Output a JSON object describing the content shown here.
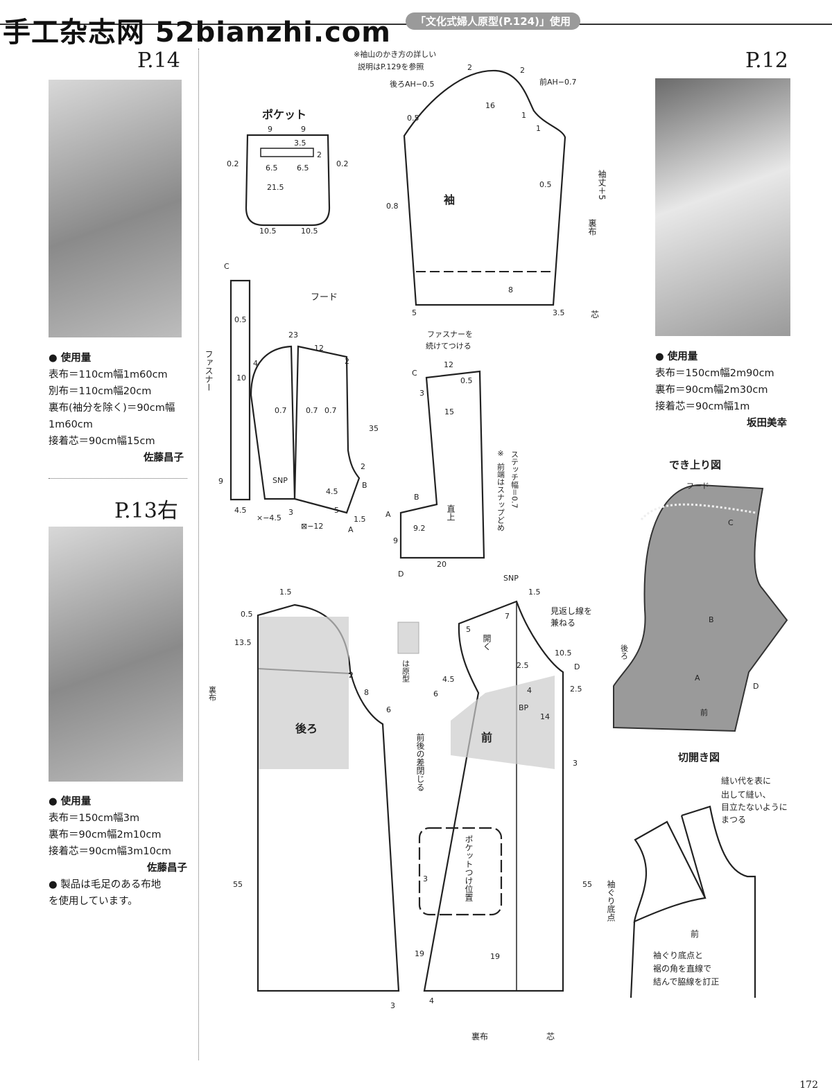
{
  "header": {
    "watermark": "手工杂志网 52bianzhi.com",
    "badge": "「文化式婦人原型(P.124)」使用"
  },
  "left": {
    "p14": {
      "page": "P.14",
      "heading": "● 使用量",
      "lines": [
        "表布＝110cm幅1m60cm",
        "別布＝110cm幅20cm",
        "裏布(袖分を除く)＝90cm幅",
        "1m60cm",
        "接着芯＝90cm幅15cm"
      ],
      "author": "佐藤昌子"
    },
    "p13": {
      "page": "P.13右",
      "heading": "● 使用量",
      "lines": [
        "表布＝150cm幅3m",
        "裏布＝90cm幅2m10cm",
        "接着芯＝90cm幅3m10cm"
      ],
      "author": "佐藤昌子",
      "note": [
        "● 製品は毛足のある布地",
        "を使用しています。"
      ]
    }
  },
  "right": {
    "p12": {
      "page": "P.12",
      "heading": "● 使用量",
      "lines": [
        "表布＝150cm幅2m90cm",
        "裏布＝90cm幅2m30cm",
        "接着芯＝90cm幅1m"
      ],
      "author": "坂田美幸"
    },
    "finished": {
      "title": "でき上り図",
      "labels": [
        "フード",
        "C",
        "B",
        "後ろ",
        "A",
        "D",
        "前"
      ]
    },
    "slash": {
      "title": "切開き図",
      "note": [
        "縫い代を表に",
        "出して縫い、",
        "目立たないように",
        "まつる"
      ],
      "armhole": "袖ぐり底点",
      "front": "前",
      "fix": [
        "袖ぐり底点と",
        "裾の角を直線で",
        "結んで脇線を訂正"
      ]
    }
  },
  "pocket": {
    "title": "ポケット",
    "labels": [
      "9",
      "9",
      "3.5",
      "2",
      "0.2",
      "0.2",
      "6.5",
      "6.5",
      "21.5",
      "10.5",
      "10.5"
    ]
  },
  "sleeve": {
    "note": [
      "※袖山のかき方の詳しい",
      "説明はP.129を参照"
    ],
    "name": "袖",
    "labels": [
      "2",
      "2",
      "後ろAH−0.5",
      "前AH−0.7",
      "16",
      "1",
      "1",
      "0.5",
      "0.5",
      "0.8",
      "8",
      "5",
      "3.5",
      "袖丈＋5",
      "裏布",
      "芯"
    ]
  },
  "hood": {
    "title": "フード",
    "labels": [
      "C",
      "0.5",
      "ファスナー",
      "23",
      "12",
      "4",
      "2",
      "10",
      "0.7",
      "0.7",
      "0.7",
      "35",
      "2",
      "B",
      "4.5",
      "SNP",
      "9",
      "4.5",
      "×−4.5",
      "3",
      "5",
      "⊠−12",
      "1.5",
      "A"
    ]
  },
  "collar": {
    "note": [
      "ファスナーを",
      "続けてつける"
    ],
    "labels": [
      "12",
      "C",
      "0.5",
      "3",
      "15",
      "B",
      "A",
      "9.2",
      "9",
      "20",
      "D",
      "直上"
    ],
    "stitch": [
      "※",
      "前端はスナップどめ",
      "ステッチ幅＝0.7"
    ]
  },
  "back": {
    "name": "後ろ",
    "labels": [
      "1.5",
      "0.5",
      "13.5",
      "2",
      "8",
      "6",
      "裏布",
      "55",
      "3"
    ],
    "pattern_note": "は原型"
  },
  "front": {
    "name": "前",
    "labels": [
      "SNP",
      "1.5",
      "5",
      "7",
      "見返し線を",
      "兼ねる",
      "開く",
      "10.5",
      "2.5",
      "D",
      "4.5",
      "6",
      "4",
      "2.5",
      "BP",
      "14",
      "3",
      "19",
      "19",
      "55",
      "4",
      "3",
      "裏布",
      "芯"
    ],
    "close_note": "前後の差閉じる",
    "pocket": "ポケットつけ位置"
  },
  "page_number": "172"
}
